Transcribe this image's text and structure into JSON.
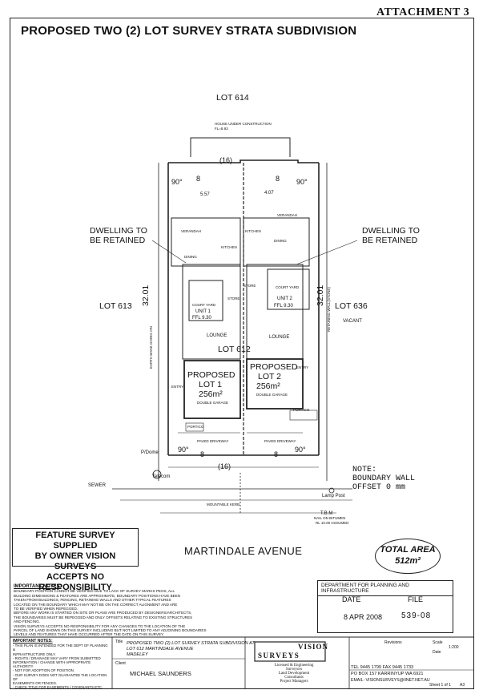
{
  "header": {
    "attachment": "ATTACHMENT 3",
    "title": "PROPOSED TWO (2) LOT SURVEY STRATA SUBDIVISION"
  },
  "plan": {
    "lot_top": "LOT 614",
    "lot_left": "LOT 613",
    "lot_right": "LOT 636",
    "lot_center": "LOT 612",
    "vacant": "VACANT",
    "house_under_construction": "HOUSE UNDER CONSTRUCTION",
    "fl_top": "FL=8.93",
    "top_dimension": "(16)",
    "bottom_dimension": "(16)",
    "left_depth": "32.01",
    "right_depth": "32.01",
    "angle_tl": "90°",
    "angle_tr": "90°",
    "angle_bl": "90°",
    "angle_br": "90°",
    "width_8_a": "8",
    "width_8_b": "8",
    "width_8_c": "8",
    "width_8_d": "8",
    "dim_557": "5.57",
    "dim_407": "4.07",
    "dwelling_left_1": "DWELLING TO",
    "dwelling_left_2": "BE RETAINED",
    "dwelling_right_1": "DWELLING TO",
    "dwelling_right_2": "BE RETAINED",
    "lot1_line1": "PROPOSED",
    "lot1_line2": "LOT 1",
    "lot1_area": "256m²",
    "lot2_line1": "PROPOSED",
    "lot2_line2": "LOT 2",
    "lot2_area": "256m²",
    "unit1": "UNIT 1",
    "unit1_ffl": "FFL 9.30",
    "unit2": "UNIT 2",
    "unit2_ffl": "FFL 9.30",
    "courtyard": "COURT YARD",
    "lounge": "LOUNGE",
    "dining": "DINING",
    "kitchen": "KITCHEN",
    "verandah": "VERANDAH",
    "store": "STORE",
    "entry": "ENTRY",
    "double_garage": "DOUBLE GARAGE",
    "portico": "PORTICO",
    "paved_driveway": "PAVED DRIVEWAY",
    "telecom": "Telecom",
    "pdome": "P/Dome",
    "sewer": "SEWER",
    "mountable_kerb": "MOUNTABLE KERB",
    "lamp_post": "Lamp Post",
    "tbm": "T.B.M",
    "nail": "NAIL ON BITUMEN",
    "rl": "RL 10.00 ASSUMED",
    "retaining_wall": "RETAINING WALL(STONE)",
    "earth_bank": "EARTH BANK GOING ON",
    "street": "MARTINDALE AVENUE"
  },
  "feature_box": [
    "FEATURE SURVEY SUPPLIED",
    "BY OWNER VISION SURVEYS",
    "ACCEPTS NO RESPONSIBILITY"
  ],
  "note_box": [
    "NOTE:",
    "BOUNDARY WALL",
    "OFFSET 0 mm"
  ],
  "total_area": {
    "label": "TOTAL AREA",
    "value": "512m²"
  },
  "department": {
    "header": "DEPARTMENT FOR PLANNING AND INFRASTRUCTURE",
    "date_label": "DATE",
    "file_label": "FILE",
    "date_value": "8 APR 2008",
    "file_value": "539-08"
  },
  "notes": {
    "heading": "IMPORTANT NOTES:",
    "lines": [
      "BOUNDARY POSITION CANNOT BE VERIFIED DUE TO LACK OF SURVEY MARKS PEGS, ALL",
      "BUILDING DIMENSIONS & FEATURES ARE APPROXIMATE, BOUNDARY POSITIONS HAVE BEEN",
      "TAKEN FROM BUILDINGS, FENCING, RETAINING WALLS AND OTHER TYPICAL FEATURES",
      "LOCATED ON THE BOUNDARY WHICH MAY NOT BE ON THE CORRECT ALIGNMENT AND ARE",
      "TO BE VERIFIED WHEN REPEGGED.",
      "BEFORE ANY WORK IS STARTED ON SITE OR PLANS ARE PRODUCED BY DESIGNERS/ARCHITECTS,",
      "THE BOUNDARIES MUST BE REPEGGED AND ONLY OFFSETS RELATING TO EXISTING STRUCTURES",
      "AND FENCING.",
      "VISION SURVEYS ACCEPTS NO RESPONSIBILITY FOR ANY CHANGES TO THE LOCATION OF THE",
      "PARCEL OF LAND SHOWN ON THIS SURVEY INCLUDING BUT NOT LIMITED TO ANY ADJOINING BOUNDARIES",
      "LEVELS AND FEATURES THAT HAVE OCCURRED AFTER THE DATE ON THIS SURVEY."
    ],
    "heading2": "IMPORTANT NOTES:",
    "lines2": [
      "- THIS PLAN IS INTENDED FOR THE DEPT OF PLANNING &",
      "  INFRASTRUCTURE ONLY.",
      "- RIGHTS / DRAINAGE MAY VARY FROM SUBMITTED",
      "  INFORMATION / CHANGE WITH APPROPRIATE AUTHORITY",
      "- NOT FOR ADOPTION OF POSITION.",
      "- OUR SURVEY DOES NOT GUARANTEE THE LOCATION OF",
      "  EASEMENTS OR FENCES.",
      "- CHECK TITLE FOR EASEMENTS / COVENANTS ETC."
    ]
  },
  "title_block": {
    "title_label": "Title",
    "title_value": "PROPOSED TWO (2) LOT SURVEY STRATA SUBDIVISION AT",
    "title_value2": "LOT 612 MARTINDALE AVENUE",
    "title_value3": "MADELEY",
    "client_label": "Client",
    "client_value": "MICHAEL SAUNDERS",
    "logo_top": "VISION",
    "logo_bottom": "SURVEYS",
    "tagline": [
      "Licensed & Engineering",
      "Surveyors",
      "Land Development",
      "Consultants",
      "Project Managers"
    ],
    "tel": "TEL 9445 1799  FAX 9445 1733",
    "po": "PO BOX 157 KARRINYUP WA 6921",
    "email": "EMAIL: VISIONSURVEYS@IINET.NET.AU",
    "revision_label": "Revisions",
    "scale_label": "Scale",
    "scale_value": "1:200",
    "date_label": "Date",
    "sheet_label": "Sheet 1 of 1",
    "size_label": "A3"
  }
}
